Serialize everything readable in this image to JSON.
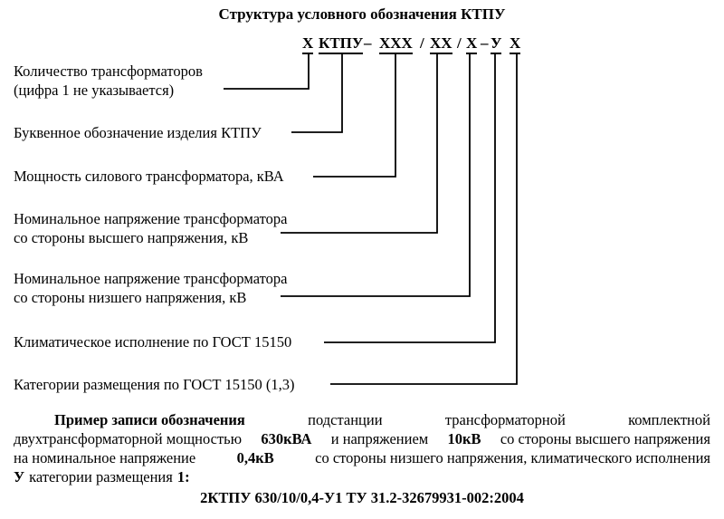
{
  "title": "Структура условного обозначения КТПУ",
  "code": {
    "x1": "Х",
    "ktpu": "КТПУ",
    "dash1": "–",
    "xxx": "ХХХ",
    "slash1": "/",
    "xx": "ХХ",
    "slash2": "/",
    "x2": "Х",
    "dash2": "–",
    "u": "У",
    "x3": "Х"
  },
  "labels": {
    "transformers_line1": "Количество трансформаторов",
    "transformers_line2": "(цифра 1 не указывается)",
    "letter_designation": "Буквенное обозначение изделия КТПУ",
    "power": "Мощность силового трансформатора, кВА",
    "hv_line1": "Номинальное напряжение трансформатора",
    "hv_line2": "со стороны высшего напряжения, кВ",
    "lv_line1": "Номинальное напряжение трансформатора",
    "lv_line2": "со стороны низшего напряжения, кВ",
    "climate": "Климатическое исполнение по ГОСТ 15150",
    "placement": "Категории размещения по ГОСТ 15150 (1,3)"
  },
  "example": {
    "r1_bold": "Пример записи обозначения",
    "r1_w1": "подстанции",
    "r1_w2": "трансформаторной",
    "r1_w3": "комплектной",
    "r2_a": "двухтрансформаторной мощностью",
    "r2_b": "630кВА",
    "r2_c": "и напряжением",
    "r2_d": "10кВ",
    "r2_e": "со стороны высшего напряжения",
    "r3_a": "на номинальное напряжение",
    "r3_b": "0,4кВ",
    "r3_c": "со стороны низшего напряжения, климатического исполнения",
    "r4_a": "У",
    "r4_b": "категории размещения",
    "r4_c": "1:",
    "designation": "2КТПУ 630/10/0,4-У1 ТУ 31.2-32679931-002:2004"
  }
}
